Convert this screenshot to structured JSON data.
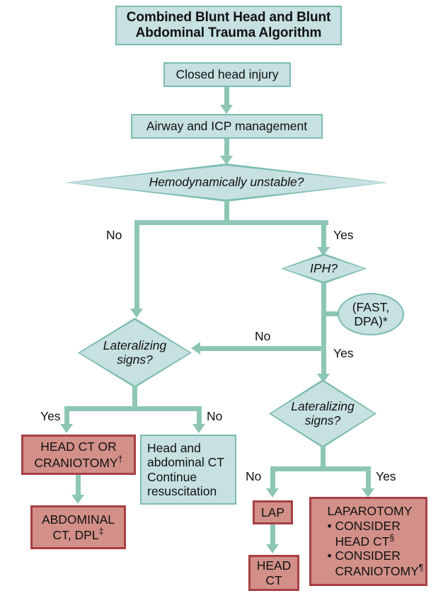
{
  "diagram": {
    "title": "Combined Blunt Head and Blunt Abdominal Trauma Algorithm",
    "title_line1": "Combined Blunt Head and Blunt",
    "title_line2": "Abdominal Trauma Algorithm",
    "palette": {
      "teal_fill": "#c7e0e1",
      "teal_border": "#7bbcae",
      "red_fill": "#d29089",
      "red_border": "#a83f45",
      "connector": "#8ec6b6",
      "text": "#111111",
      "background": "#ffffff"
    },
    "nodes": {
      "closed_head_injury": "Closed head injury",
      "airway_icp": "Airway and ICP management",
      "hemodynamically_unstable": "Hemodynamically unstable?",
      "iph": "IPH?",
      "fast_dpa_line1": "(FAST,",
      "fast_dpa_line2": "DPA)*",
      "lateralizing_left_line1": "Lateralizing",
      "lateralizing_left_line2": "signs?",
      "lateralizing_right_line1": "Lateralizing",
      "lateralizing_right_line2": "signs?",
      "head_ct_or_craniotomy_line1": "HEAD CT OR",
      "head_ct_or_craniotomy_line2": "CRANIOTOMY",
      "head_ct_or_craniotomy_mark": "†",
      "abdominal_ct_dpl_line1": "ABDOMINAL",
      "abdominal_ct_dpl_line2": "CT, DPL",
      "abdominal_ct_dpl_mark": "‡",
      "head_abdominal_ct_line1": "Head and",
      "head_abdominal_ct_line2": "abdominal CT",
      "head_abdominal_ct_line3": "Continue",
      "head_abdominal_ct_line4": "resuscitation",
      "lap": "LAP",
      "head_ct_line1": "HEAD",
      "head_ct_line2": "CT",
      "laparotomy_header": "LAPAROTOMY",
      "laparotomy_bullet1_line1": "• CONSIDER",
      "laparotomy_bullet1_line2": "HEAD CT",
      "laparotomy_bullet1_mark": "§",
      "laparotomy_bullet2_line1": "• CONSIDER",
      "laparotomy_bullet2_line2": "CRANIOTOMY",
      "laparotomy_bullet2_mark": "¶"
    },
    "edge_labels": {
      "unstable_no": "No",
      "unstable_yes": "Yes",
      "iph_no": "No",
      "iph_yes": "Yes",
      "lat_left_yes": "Yes",
      "lat_left_no": "No",
      "lat_right_no": "No",
      "lat_right_yes": "Yes"
    }
  }
}
